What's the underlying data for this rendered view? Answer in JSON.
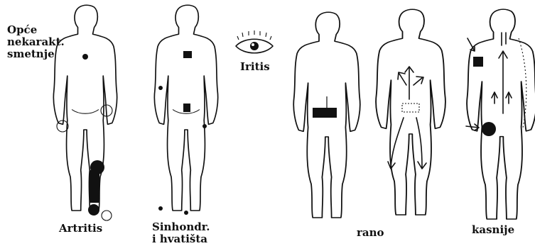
{
  "left_panel": {
    "general_note": [
      "Opće",
      "nekarakt.",
      "smetnje"
    ],
    "figure1_caption": "Artritis",
    "figure2_caption": [
      "Sinhondr.",
      "i hvatišta"
    ],
    "eye_caption": "Iritis",
    "eye_symbol": "eye-icon"
  },
  "right_panel": {
    "early_caption": "rano",
    "late_caption": "kasnije"
  },
  "colors": {
    "ink": "#111111",
    "paper": "#ffffff"
  }
}
